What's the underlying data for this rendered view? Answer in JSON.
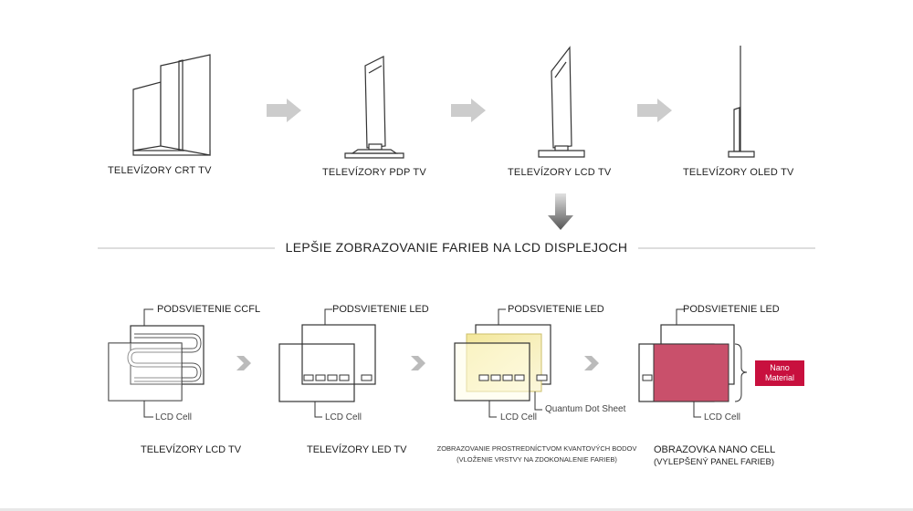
{
  "evolution": {
    "crt_label": "TELEVÍZORY CRT TV",
    "pdp_label": "TELEVÍZORY PDP TV",
    "lcd_label": "TELEVÍZORY LCD TV",
    "oled_label": "TELEVÍZORY OLED TV"
  },
  "heading": "LEPŠIE ZOBRAZOVANIE FARIEB NA LCD DISPLEJOCH",
  "panels": [
    {
      "backlight": "PODSVIETENIE CCFL",
      "cell": "LCD Cell",
      "title": "TELEVÍZORY LCD TV"
    },
    {
      "backlight": "PODSVIETENIE LED",
      "cell": "LCD Cell",
      "title": "TELEVÍZORY LED TV"
    },
    {
      "backlight": "PODSVIETENIE LED",
      "cell": "LCD Cell",
      "extra": "Quantum Dot Sheet",
      "title_line1": "ZOBRAZOVANIE PROSTREDNÍCTVOM KVANTOVÝCH BODOV",
      "title_line2": "(VLOŽENIE VRSTVY NA ZDOKONALENIE FARIEB)"
    },
    {
      "backlight": "PODSVIETENIE LED",
      "cell": "LCD Cell",
      "badge_line1": "Nano",
      "badge_line2": "Material",
      "title_line1": "OBRAZOVKA NANO CELL",
      "title_line2": "(VYLEPŠENÝ PANEL FARIEB)"
    }
  ],
  "colors": {
    "nano_red": "#c8103e",
    "nano_fill": "#c9506b",
    "quantum_yellow": "#f7f0b0",
    "arrow_gray": "#cccccc",
    "line": "#444444"
  }
}
